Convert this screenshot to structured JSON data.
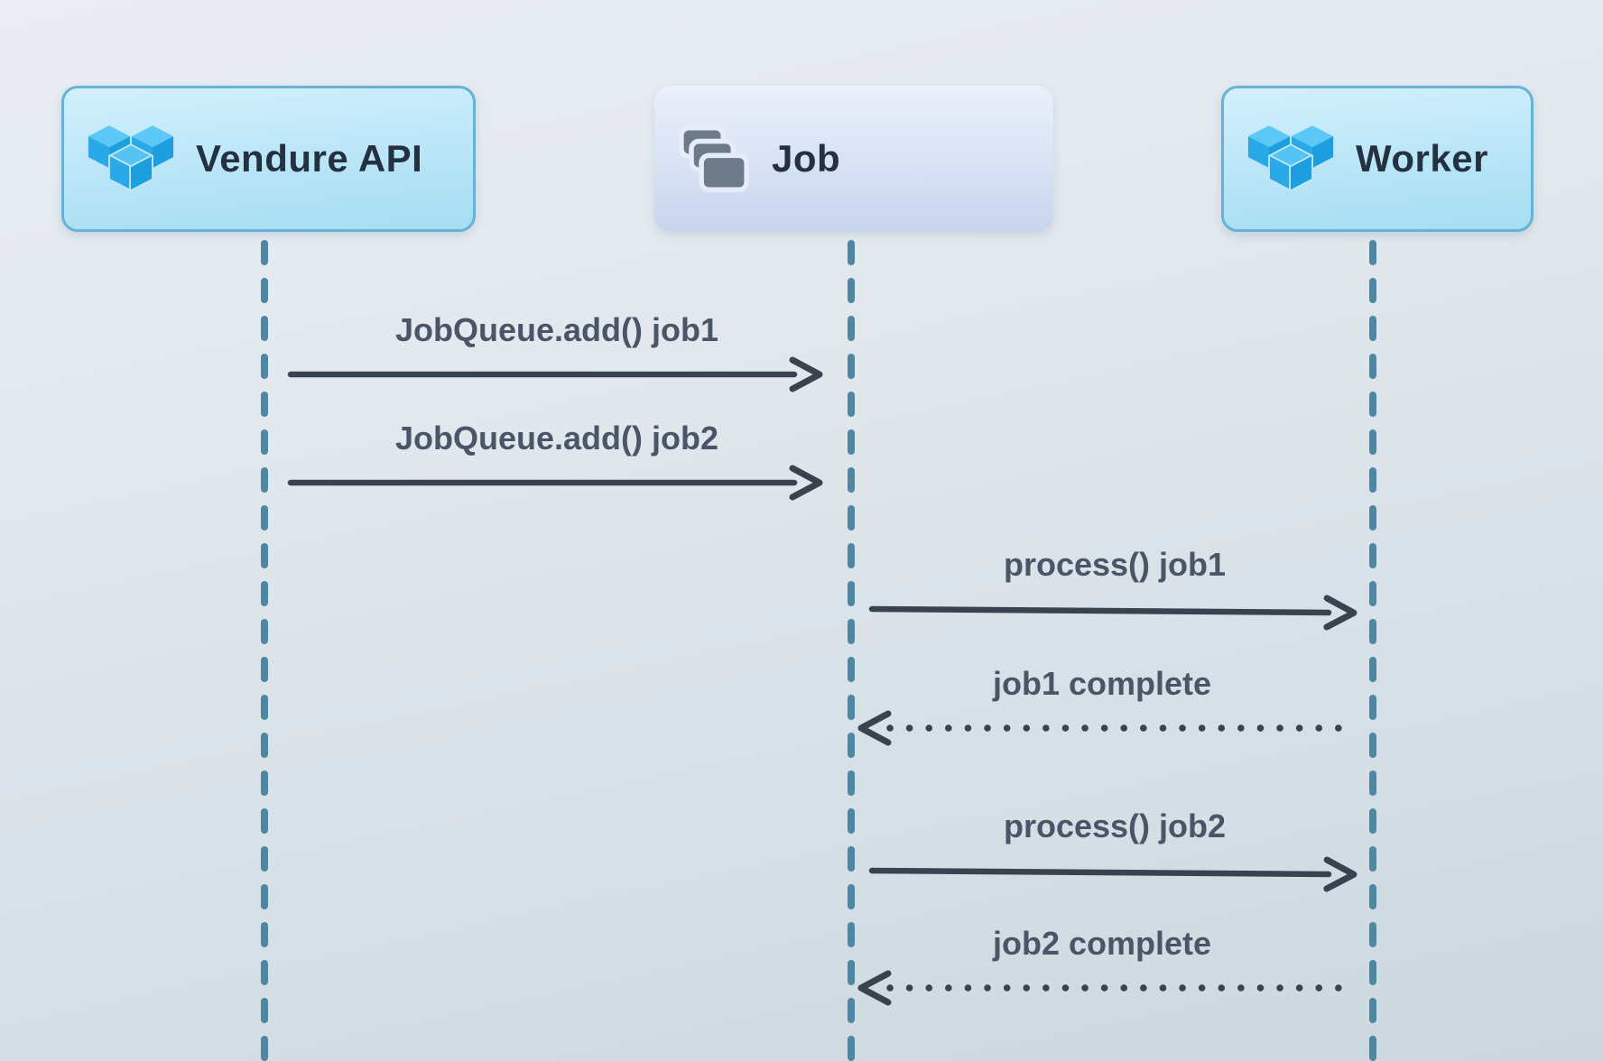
{
  "diagram": {
    "type": "sequence-diagram",
    "actors": [
      {
        "id": "vendure-api",
        "label": "Vendure API",
        "icon": "vendure-logo-icon"
      },
      {
        "id": "job",
        "label": "Job",
        "icon": "job-stack-icon"
      },
      {
        "id": "worker",
        "label": "Worker",
        "icon": "vendure-logo-icon"
      }
    ],
    "messages": [
      {
        "from": "vendure-api",
        "to": "job",
        "label": "JobQueue.add() job1",
        "line": "solid",
        "direction": "right"
      },
      {
        "from": "vendure-api",
        "to": "job",
        "label": "JobQueue.add() job2",
        "line": "solid",
        "direction": "right"
      },
      {
        "from": "job",
        "to": "worker",
        "label": "process() job1",
        "line": "solid",
        "direction": "right"
      },
      {
        "from": "worker",
        "to": "job",
        "label": "job1 complete",
        "line": "dotted",
        "direction": "left"
      },
      {
        "from": "job",
        "to": "worker",
        "label": "process() job2",
        "line": "solid",
        "direction": "right"
      },
      {
        "from": "worker",
        "to": "job",
        "label": "job2 complete",
        "line": "dotted",
        "direction": "left"
      }
    ],
    "colors": {
      "background_top": "#e9edf3",
      "background_bottom": "#ccd8de",
      "lifeline": "#4d87a2",
      "arrow": "#39434f",
      "message_text": "#4a5668",
      "actor_text": "#243140",
      "actor_blue_fill_top": "#d3f0fc",
      "actor_blue_fill_bottom": "#a6ddf3",
      "actor_blue_border": "#67b3d6",
      "actor_periwinkle_fill_top": "#eaeffa",
      "actor_periwinkle_fill_bottom": "#c8d5ed",
      "vendure_cube_top": "#5cc8f5",
      "vendure_cube_left": "#2aa9e8",
      "vendure_cube_right": "#1d9ede",
      "job_card_gray": "#6d7a89"
    }
  }
}
